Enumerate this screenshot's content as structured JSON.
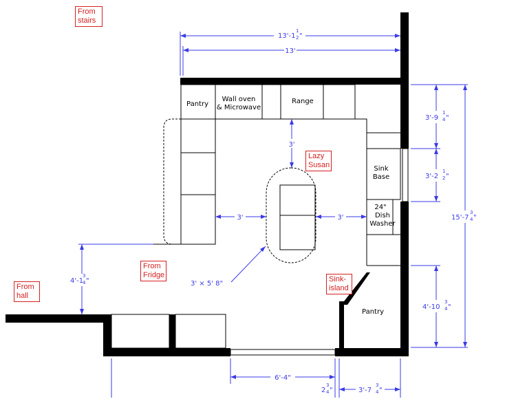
{
  "colors": {
    "wall": "#000000",
    "dimension": "#3a3ae8",
    "note": "#d42020"
  },
  "notes": {
    "from_stairs": "From\nstairs",
    "lazy_susan": "Lazy\nSusan",
    "from_fridge": "From\nFridge",
    "from_hall": "From\nhall",
    "sink_island": "Sink-\nisland"
  },
  "cabinets": {
    "pantry_top": "Pantry",
    "wall_oven_1": "Wall oven",
    "wall_oven_2": "& Microwave",
    "range": "Range",
    "sink_base_1": "Sink",
    "sink_base_2": "Base",
    "dishwasher_1": "24\"",
    "dishwasher_2": "Dish",
    "dishwasher_3": "Washer",
    "pantry_corner": "Pantry"
  },
  "dimensions": {
    "top_overall_main": "13'-1",
    "top_overall_num": "1",
    "top_overall_den": "2",
    "top_overall_unit": "\"",
    "top_inner": "13'",
    "range_to_island": "3'",
    "left_to_island": "3'",
    "island_to_right": "3'",
    "island_size": "3' × 5' 8\"",
    "right_top_main": "3'-9",
    "right_top_num": "1",
    "right_top_den": "4",
    "right_top_unit": "\"",
    "right_mid_main": "3'-2",
    "right_mid_num": "1",
    "right_mid_den": "2",
    "right_mid_unit": "\"",
    "right_overall_main": "15'-7",
    "right_overall_num": "3",
    "right_overall_den": "4",
    "right_overall_unit": "\"",
    "right_low_main": "4'-10",
    "right_low_num": "3",
    "right_low_den": "4",
    "right_low_unit": "\"",
    "left_low_main": "4'-1",
    "left_low_num": "3",
    "left_low_den": "4",
    "left_low_unit": "\"",
    "bottom_door": "6'-4\"",
    "bottom_small_main": "2",
    "bottom_small_num": "3",
    "bottom_small_den": "4",
    "bottom_small_unit": "\"",
    "bottom_right_main": "3'-7",
    "bottom_right_num": "3",
    "bottom_right_den": "4",
    "bottom_right_unit": "\""
  }
}
